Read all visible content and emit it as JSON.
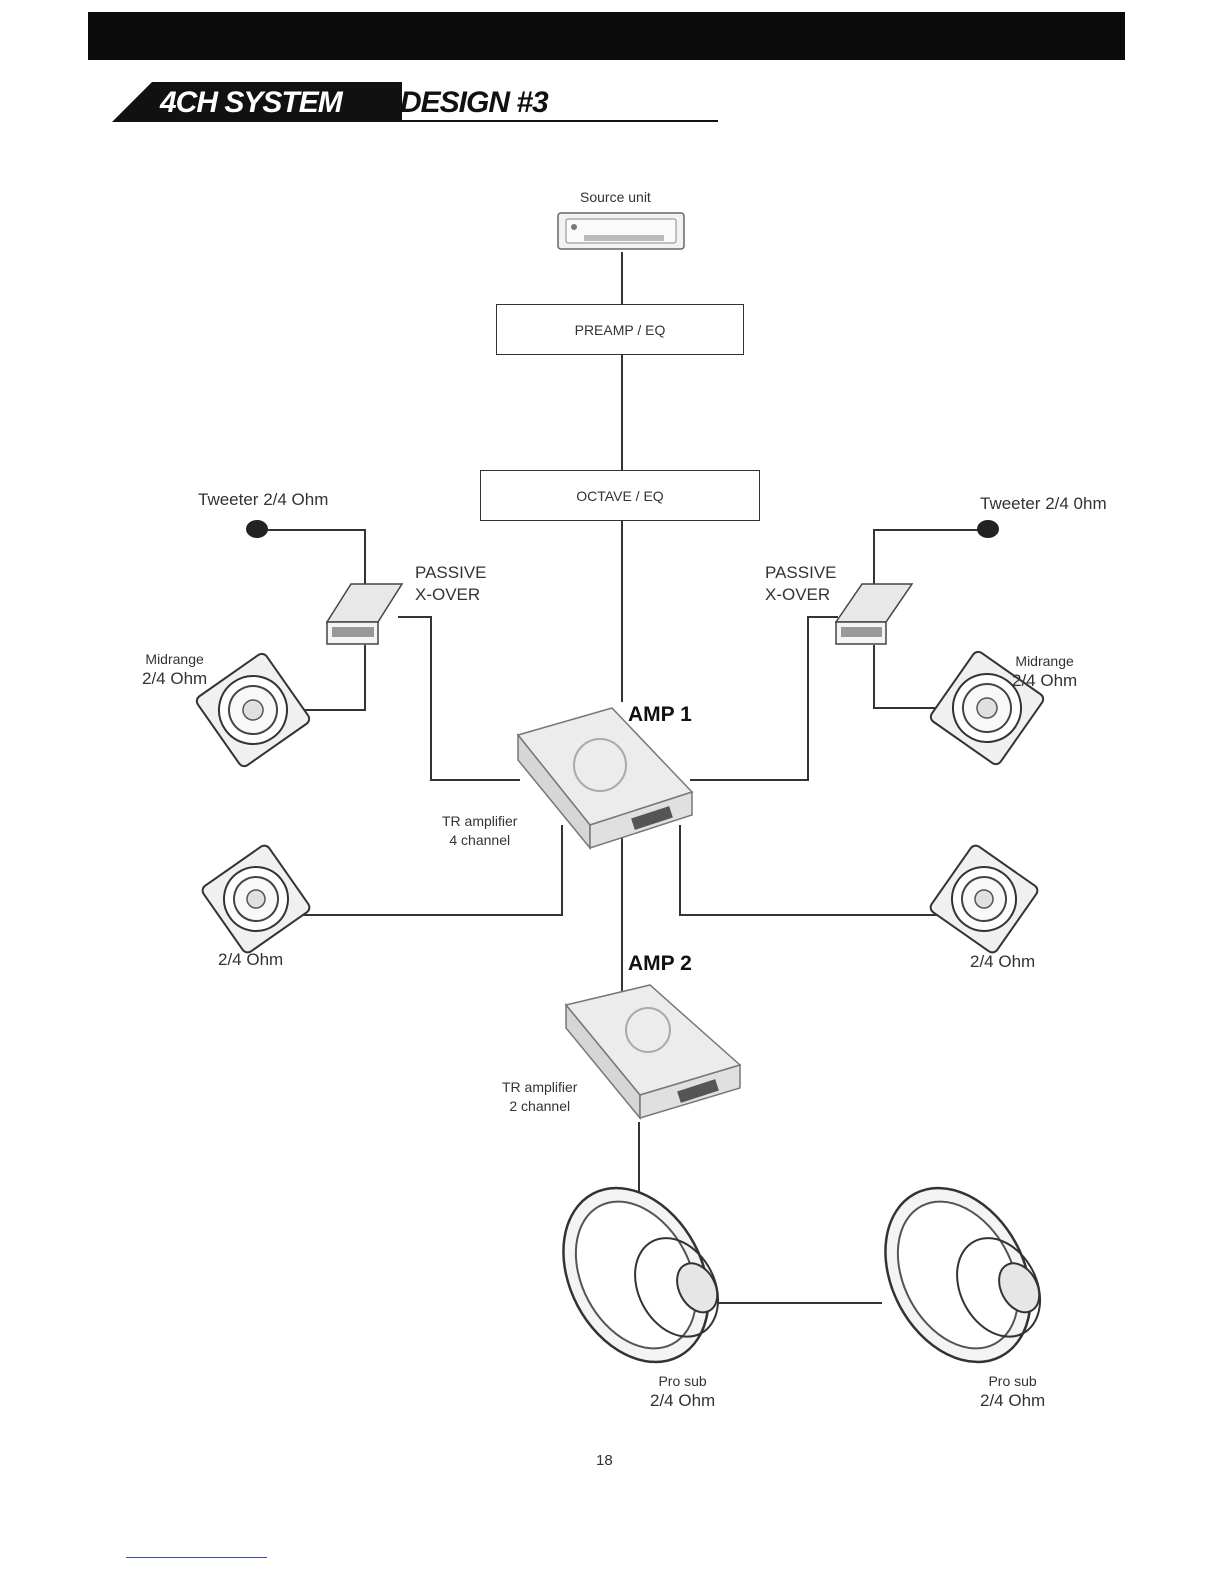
{
  "header": {
    "title_part1": "4CH SYSTEM",
    "title_part2": "DESIGN #3"
  },
  "diagram": {
    "source_unit": "Source unit",
    "preamp": "PREAMP / EQ",
    "octave": "OCTAVE / EQ",
    "tweeter_left": "Tweeter 2/4 Ohm",
    "tweeter_right": "Tweeter 2/4 0hm",
    "xover_left": [
      "PASSIVE",
      "X-OVER"
    ],
    "xover_right": [
      "PASSIVE",
      "X-OVER"
    ],
    "midrange_left": [
      "Midrange",
      "2/4 Ohm"
    ],
    "midrange_right": [
      "Midrange",
      "2/4 Ohm"
    ],
    "amp1": "AMP 1",
    "amp1_desc": [
      "TR amplifier",
      "4 channel"
    ],
    "rear_left": "2/4 Ohm",
    "rear_right": "2/4 Ohm",
    "amp2": "AMP 2",
    "amp2_desc": [
      "TR amplifier",
      "2 channel"
    ],
    "sub_left": [
      "Pro sub",
      "2/4 Ohm"
    ],
    "sub_right": [
      "Pro sub",
      "2/4 Ohm"
    ]
  },
  "footer": {
    "page_number": "18"
  }
}
